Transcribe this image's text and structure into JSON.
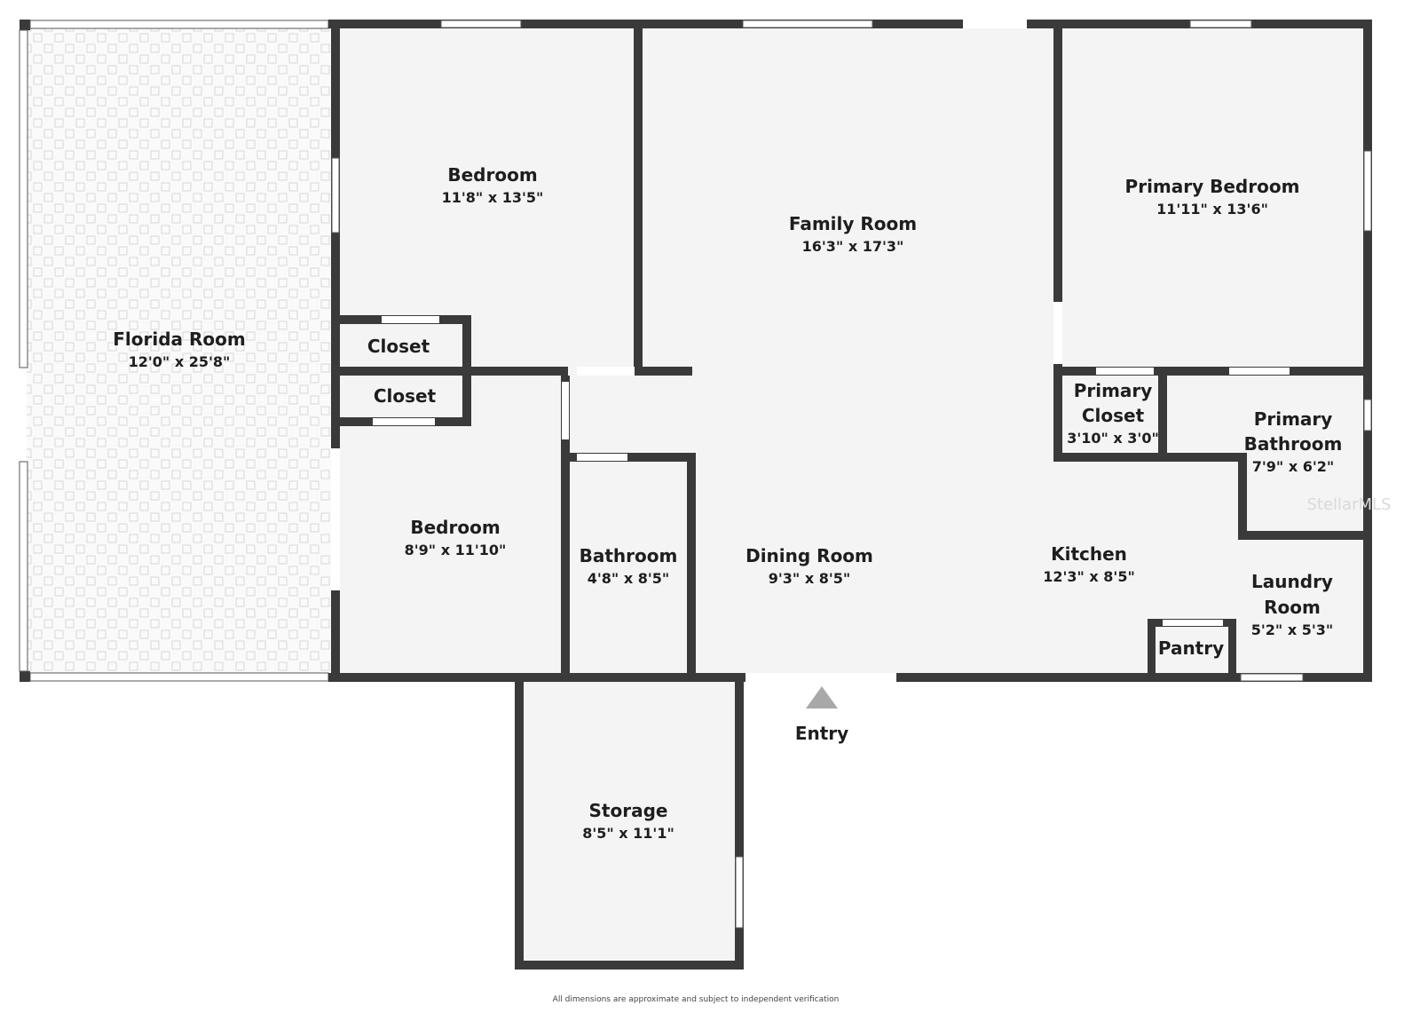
{
  "rooms": {
    "florida_room": {
      "name": "Florida Room",
      "dims": "12'0\" x 25'8\""
    },
    "bedroom_1": {
      "name": "Bedroom",
      "dims": "11'8\" x 13'5\""
    },
    "family_room": {
      "name": "Family Room",
      "dims": "16'3\" x 17'3\""
    },
    "primary_bedroom": {
      "name": "Primary Bedroom",
      "dims": "11'11\" x 13'6\""
    },
    "closet_1": {
      "name": "Closet"
    },
    "closet_2": {
      "name": "Closet"
    },
    "bedroom_2": {
      "name": "Bedroom",
      "dims": "8'9\" x 11'10\""
    },
    "bathroom": {
      "name": "Bathroom",
      "dims": "4'8\" x 8'5\""
    },
    "dining_room": {
      "name": "Dining Room",
      "dims": "9'3\" x 8'5\""
    },
    "kitchen": {
      "name": "Kitchen",
      "dims": "12'3\" x 8'5\""
    },
    "primary_closet": {
      "name_line1": "Primary",
      "name_line2": "Closet",
      "dims": "3'10\" x 3'0\""
    },
    "primary_bathroom": {
      "name_line1": "Primary",
      "name_line2": "Bathroom",
      "dims": "7'9\" x 6'2\""
    },
    "laundry_room": {
      "name_line1": "Laundry",
      "name_line2": "Room",
      "dims": "5'2\" x 5'3\""
    },
    "pantry": {
      "name": "Pantry"
    },
    "storage": {
      "name": "Storage",
      "dims": "8'5\" x 11'1\""
    }
  },
  "entry_label": "Entry",
  "watermark": "StellarMLS",
  "disclaimer": "All dimensions are approximate and subject to independent verification",
  "colors": {
    "wall": "#3a3a3a",
    "floor": "#f4f4f4"
  }
}
